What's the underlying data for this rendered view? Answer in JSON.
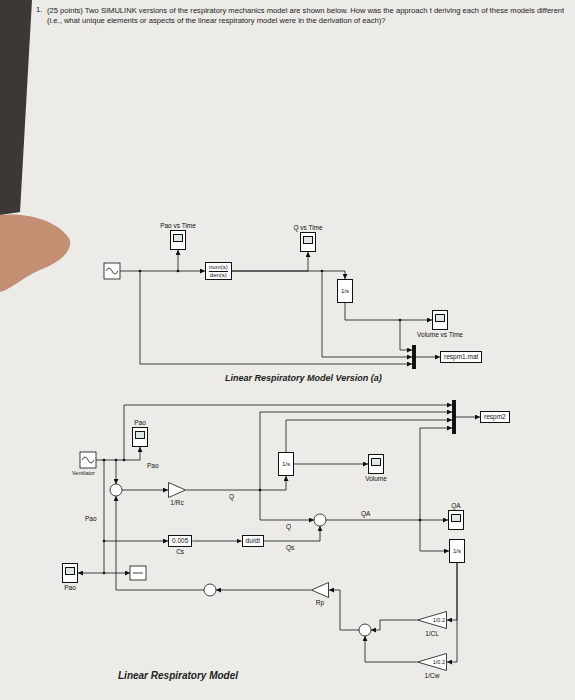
{
  "diagram": {
    "title": "(25 points) Two SIMULINK versions of the respiratory mechanics model are shown below. How was the approach t deriving each of these models different (i.e., what unique elements or aspects of the linear respiratory model were in the derivation of each)?",
    "nodes": [
      {
        "text": [
          "Pao vs Time"
        ]
      },
      {
        "text": [
          "num(s)",
          "den(s)"
        ]
      },
      {
        "text": [
          "Q vs Time"
        ]
      },
      {
        "text": [
          "1/s"
        ]
      },
      {
        "text": [
          "Volume vs Time"
        ]
      },
      {
        "text": [
          "respm1.mat"
        ]
      },
      {
        "text": [
          "Pao"
        ]
      },
      {
        "text": [
          "respm2"
        ]
      },
      {
        "text": [
          "1/Rc"
        ]
      },
      {
        "text": [
          "1/s"
        ]
      },
      {
        "text": [
          "Volume"
        ]
      },
      {
        "text": [
          "QA"
        ]
      },
      {
        "text": [
          "Pao"
        ]
      },
      {
        "text": [
          "0.005",
          "Cs"
        ]
      },
      {
        "text": [
          "du/dt"
        ]
      },
      {
        "text": [
          "1/s"
        ]
      },
      {
        "text": [
          "Rp"
        ]
      },
      {
        "text": [
          "1/0.2",
          "1/CL"
        ]
      },
      {
        "text": [
          "1/0.2",
          "1/Cw"
        ]
      }
    ],
    "edges": [
      {
        "from": 1,
        "to": 2,
        "arrow": "to"
      },
      {
        "from": 1,
        "to": 3,
        "arrow": "to"
      },
      {
        "from": 3,
        "to": 4,
        "arrow": "to"
      },
      {
        "from": 8,
        "to": 9,
        "arrow": "to"
      },
      {
        "from": 9,
        "to": 10,
        "arrow": "to"
      },
      {
        "from": 13,
        "to": 14,
        "arrow": "to"
      },
      {
        "from": 15,
        "to": 17,
        "arrow": "to"
      },
      {
        "from": 15,
        "to": 18,
        "arrow": "to"
      }
    ],
    "labels": [
      "1.",
      "Linear Respiratory Model Version (a)",
      "Ventilator",
      "Pao",
      "Pao",
      "Q",
      "Q",
      "QA",
      "Qs",
      "Linear Respiratory Model"
    ]
  }
}
